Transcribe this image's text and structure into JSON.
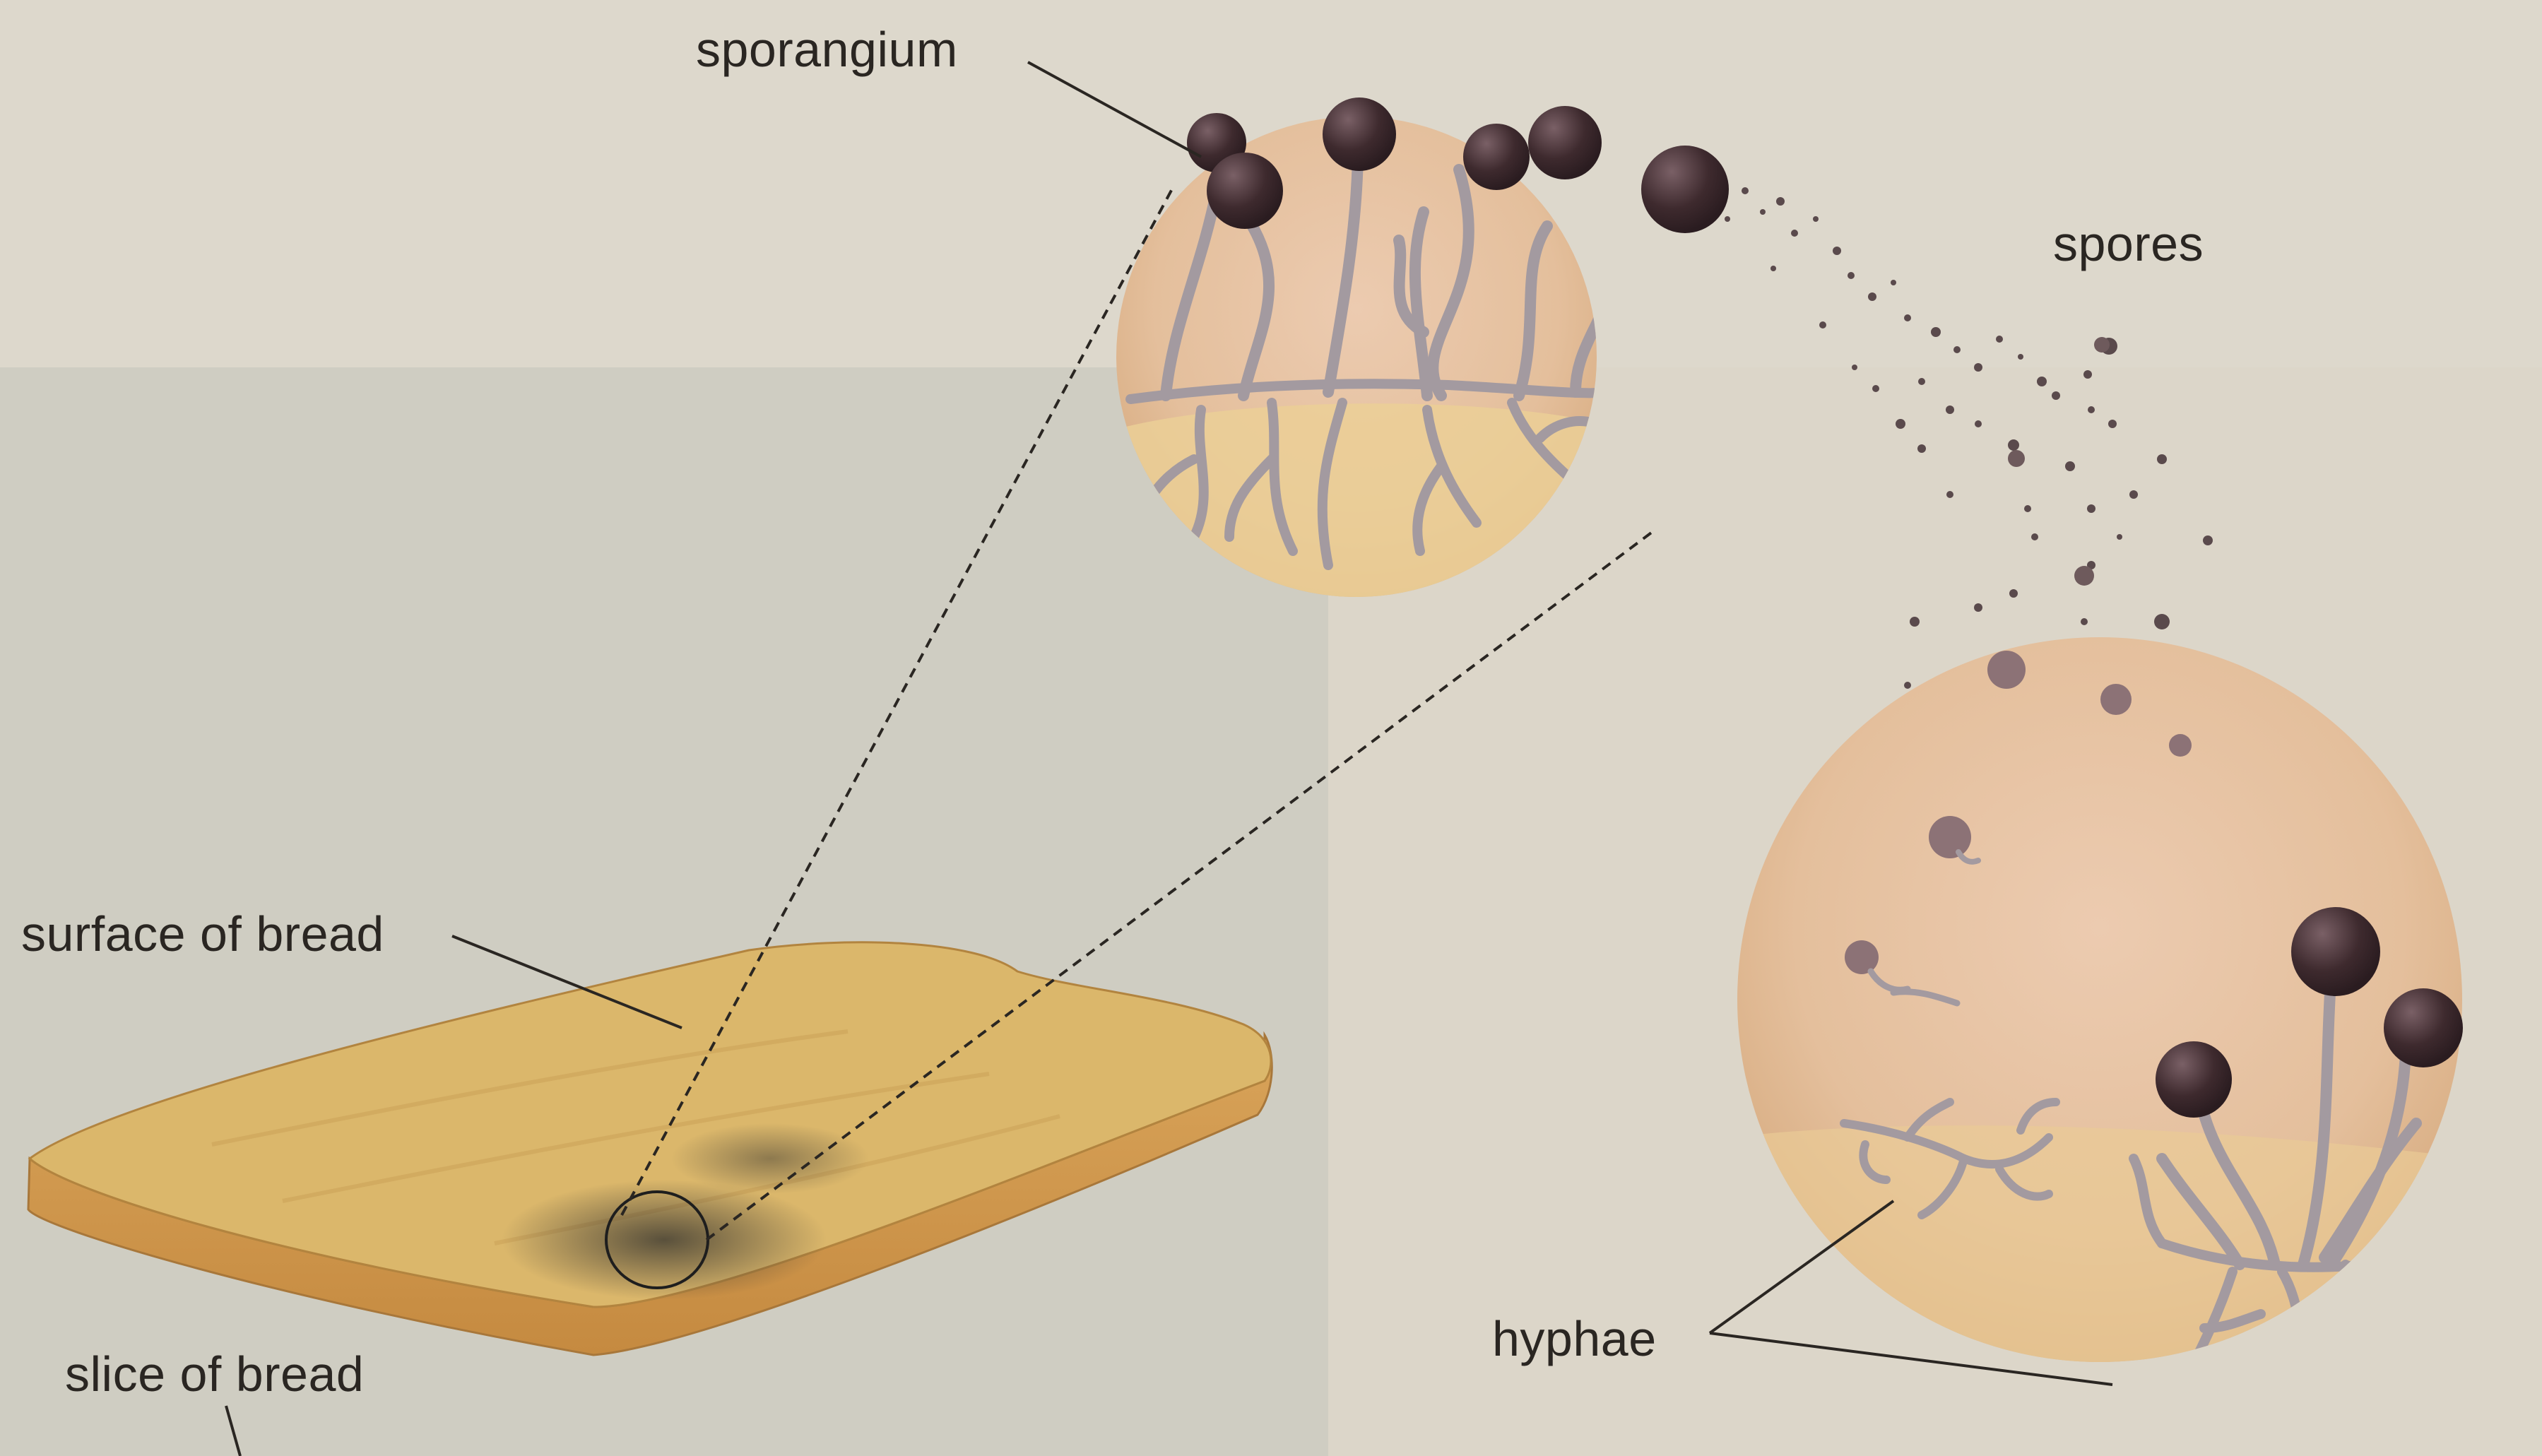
{
  "labels": {
    "sporangium": "sporangium",
    "spores": "spores",
    "surface_of_bread": "surface of bread",
    "slice_of_bread": "slice of bread",
    "hyphae": "hyphae"
  },
  "colors": {
    "background": "#d9d4c8",
    "bread_crust": "#d19a52",
    "bread_top": "#dcb96e",
    "inset_circle": "#e7c3a0",
    "hypha": "#a39aa0",
    "sporangium": "#3f2c30",
    "leader_line": "#2a2622"
  }
}
